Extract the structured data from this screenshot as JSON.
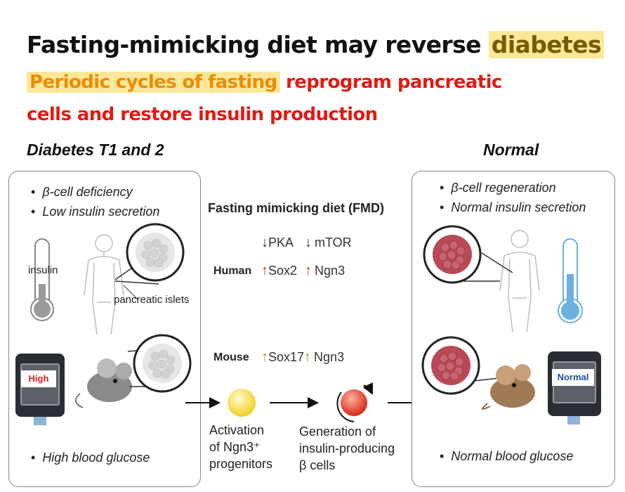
{
  "title": {
    "main": "Fasting-mimicking diet may reverse ",
    "highlight": "diabetes"
  },
  "subtitle": {
    "highlight": "Periodic cycles of fasting",
    "line1_rest": " reprogram pancreatic",
    "line2": "cells and restore insulin production"
  },
  "left": {
    "heading": "Diabetes T1 and 2",
    "bullets": [
      "β-cell deficiency",
      "Low insulin secretion"
    ],
    "insulin_label": "insulin",
    "islets_label": "pancreatic islets",
    "meter_badge": "High",
    "bottom_bullet": "High blood glucose"
  },
  "right": {
    "heading": "Normal",
    "bullets": [
      "β-cell regeneration",
      "Normal insulin secretion"
    ],
    "meter_badge": "Normal",
    "bottom_bullet": "Normal blood glucose"
  },
  "center": {
    "fmd_title": "Fasting mimicking diet (FMD)",
    "pathway": [
      "PKA",
      "mTOR"
    ],
    "human_label": "Human",
    "human_genes": [
      "Sox2",
      "Ngn3"
    ],
    "mouse_label": "Mouse",
    "mouse_genes": [
      "Sox17",
      "Ngn3"
    ],
    "step1": [
      "Activation",
      "of Ngn3⁺",
      "progenitors"
    ],
    "step2": [
      "Generation of",
      "insulin-producing",
      "β cells"
    ]
  },
  "colors": {
    "highlight_bg": "#fbe89b",
    "title_highlight": "#7a5a00",
    "subtitle_orange": "#f08a00",
    "subtitle_red": "#e21a12",
    "arrow_red": "#c0301c",
    "arrow_orange": "#e07a10",
    "healthy_cell": "#b84a55",
    "deficient_cell": "#e6e6e6",
    "thermo_blue": "#6ab0e0",
    "thermo_gray": "#9a9a9a",
    "high_badge": "#d42020",
    "normal_badge": "#1f4f9a"
  }
}
